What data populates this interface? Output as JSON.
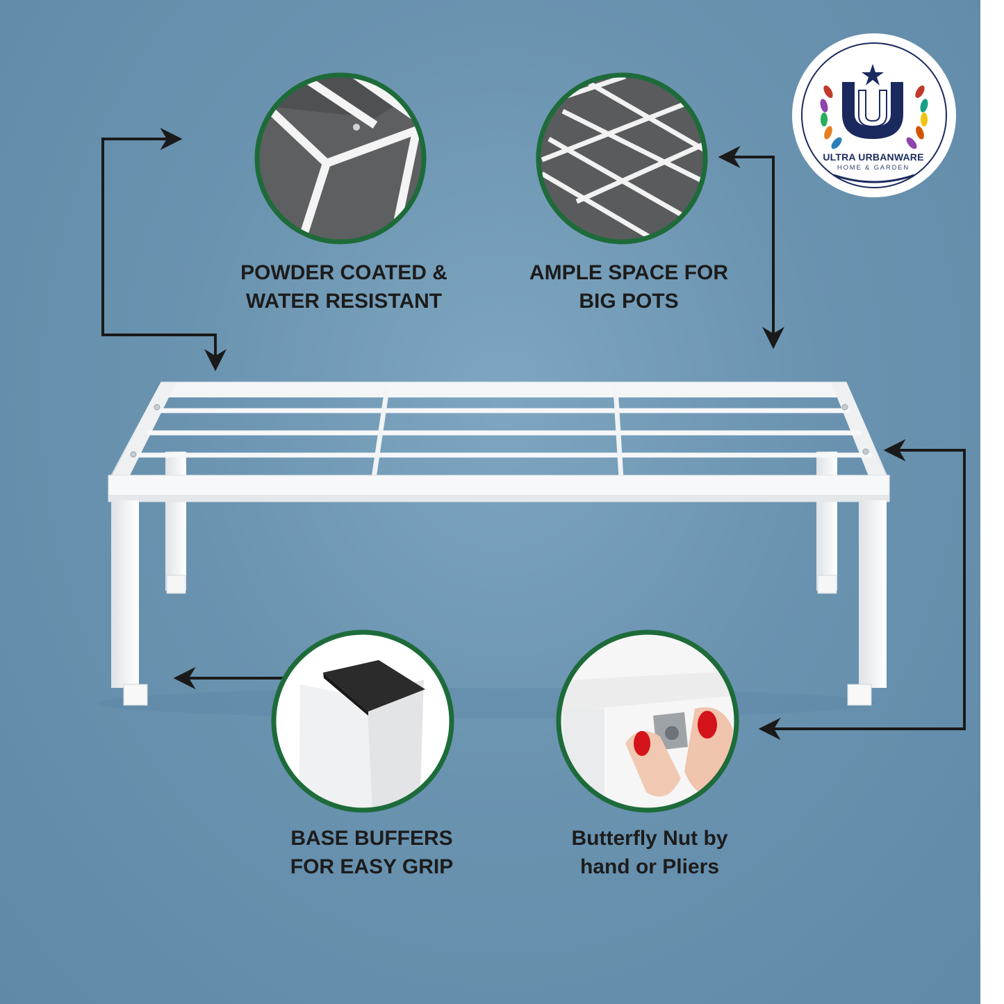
{
  "brand": {
    "name": "ULTRA URBANWARE",
    "tagline": "HOME & GARDEN",
    "monogram": "U",
    "colors": {
      "navy": "#1a2a5e",
      "ring": "#ffffff"
    }
  },
  "callouts": {
    "powder": {
      "line1": "POWDER COATED &",
      "line2": "WATER RESISTANT",
      "icon": "powder-coated-frame-closeup"
    },
    "ample": {
      "line1": "AMPLE SPACE FOR",
      "line2": "BIG POTS",
      "icon": "wire-grid-closeup"
    },
    "base": {
      "line1": "BASE BUFFERS",
      "line2": "FOR EASY GRIP",
      "icon": "rubber-foot-closeup"
    },
    "nut": {
      "line1": "Butterfly Nut by",
      "line2": "hand or Pliers",
      "icon": "butterfly-nut-closeup"
    }
  },
  "colors": {
    "background": "#6f97b3",
    "badge_ring": "#1e6b3a",
    "arrow": "#1a1a1a",
    "stand": "#f3f4f5"
  },
  "product": {
    "name": "white-metal-plant-stand",
    "shelf_bars": 3,
    "legs": 4
  }
}
